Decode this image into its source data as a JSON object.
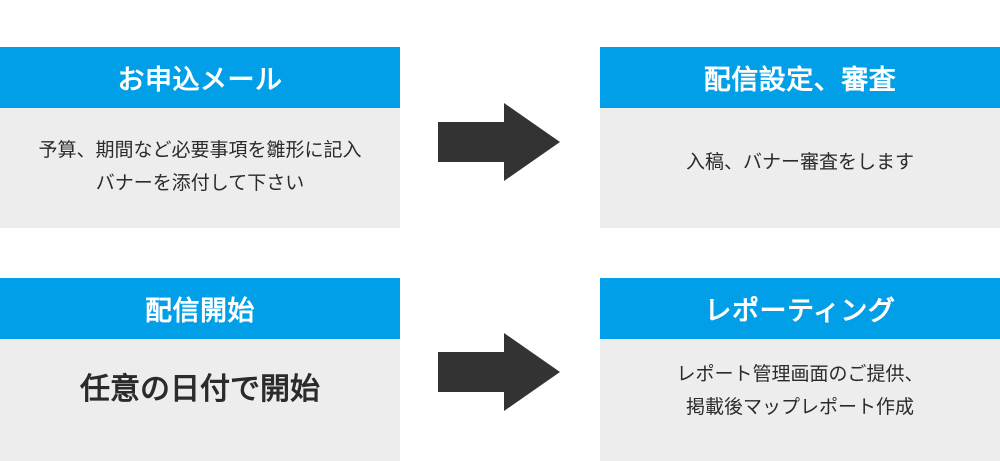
{
  "diagram": {
    "type": "process-flow",
    "colors": {
      "header_blue": "#009FE8",
      "body_gray": "#EDEDED",
      "arrow_dark": "#333333",
      "header_text": "#FFFFFF",
      "body_text": "#2B2B2B",
      "background": "#FFFFFF"
    },
    "steps": [
      {
        "id": "step-1",
        "position": "top-left",
        "title": "お申込メール",
        "lines": [
          "予算、期間など必要事項を雛形に記入",
          "バナーを添付して下さい"
        ],
        "emphasis": false
      },
      {
        "id": "step-2",
        "position": "top-right",
        "title": "配信設定、審査",
        "lines": [
          "入稿、バナー審査をします"
        ],
        "emphasis": false
      },
      {
        "id": "step-3",
        "position": "bottom-left",
        "title": "配信開始",
        "lines": [
          "任意の日付で開始"
        ],
        "emphasis": true
      },
      {
        "id": "step-4",
        "position": "bottom-right",
        "title": "レポーティング",
        "lines": [
          "レポート管理画面のご提供、",
          "掲載後マップレポート作成"
        ],
        "emphasis": false
      }
    ],
    "connectors": [
      {
        "id": "arrow-1",
        "icon": "arrow-right-icon",
        "from": "step-1",
        "to": "step-2"
      },
      {
        "id": "arrow-2",
        "icon": "arrow-right-icon",
        "from": "step-3",
        "to": "step-4"
      }
    ]
  }
}
